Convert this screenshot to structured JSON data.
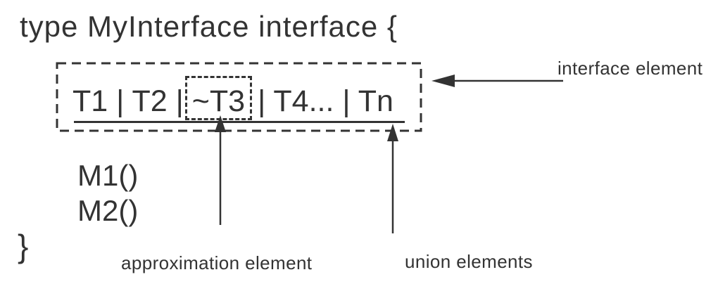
{
  "colors": {
    "ink": "#333333",
    "background": "#ffffff"
  },
  "code": {
    "declaration": "type MyInterface interface {",
    "union_prefix": "T1 | T2 |",
    "union_approx": "~T3",
    "union_suffix": "| T4... | Tn",
    "methods": [
      "M1()",
      "M2()"
    ],
    "closing_brace": "}"
  },
  "annotations": {
    "interface_element": "interface element",
    "approximation_element": "approximation element",
    "union_elements": "union elements"
  }
}
